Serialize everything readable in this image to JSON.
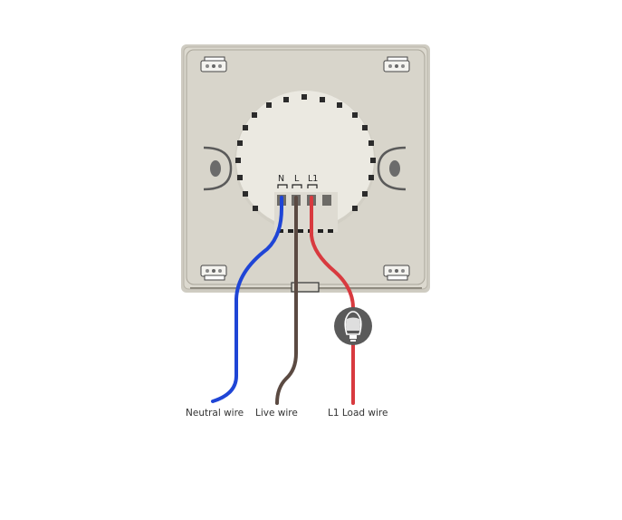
{
  "diagram": {
    "type": "wiring-diagram",
    "device": "wall switch module (rear view)",
    "terminals": [
      {
        "id": "N",
        "label": "N"
      },
      {
        "id": "L",
        "label": "L"
      },
      {
        "id": "L1",
        "label": "L1"
      }
    ],
    "wires": [
      {
        "id": "neutral",
        "label": "Neutral wire",
        "terminal": "N",
        "color": "#1f45d6"
      },
      {
        "id": "live",
        "label": "Live wire",
        "terminal": "L",
        "color": "#5b4a42"
      },
      {
        "id": "load",
        "label": "L1 Load wire",
        "terminal": "L1",
        "color": "#d83a3f"
      }
    ],
    "load_icon": "light-bulb-icon",
    "colors": {
      "plate": "#d9d6cc",
      "plate_border": "#bdb9ad",
      "dial": "#e8e6dd",
      "bulb_circle": "#5a5a5a"
    }
  }
}
